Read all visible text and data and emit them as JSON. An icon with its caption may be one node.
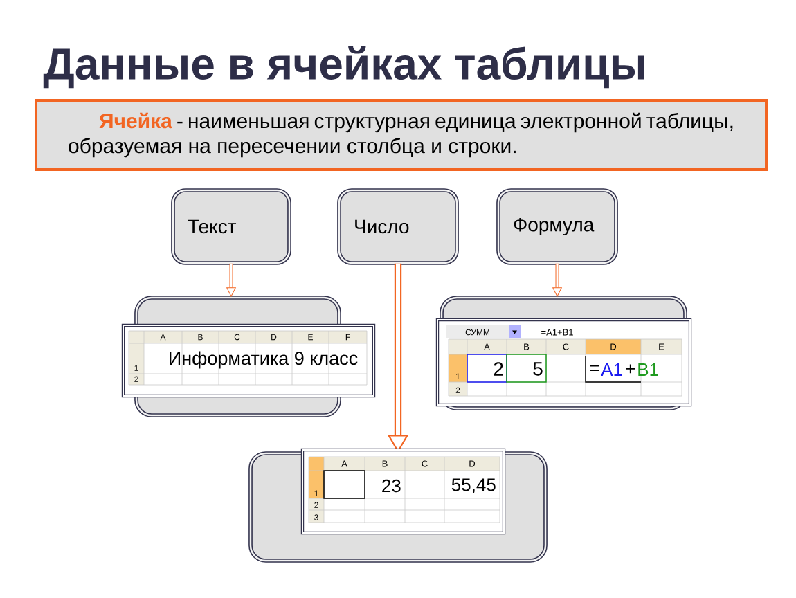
{
  "diagram": {
    "title": "Данные в ячейках таблицы",
    "nodes": [
      {
        "text": [
          "Ячейка",
          "- наименьшая структурная единица электронной таблицы, образуемая на пересечении столбца и строки."
        ]
      },
      {
        "text": [
          "Текст"
        ]
      },
      {
        "text": [
          "Число"
        ]
      },
      {
        "text": [
          "Формула"
        ]
      },
      {
        "text": [],
        "shape": "box"
      },
      {
        "text": [],
        "shape": "box"
      },
      {
        "text": [],
        "shape": "box"
      }
    ],
    "edges": [
      {
        "from": 1,
        "to": 4,
        "arrow": "to"
      },
      {
        "from": 2,
        "to": 6,
        "arrow": "to",
        "style": "thick"
      },
      {
        "from": 3,
        "to": 5,
        "arrow": "to"
      }
    ],
    "labels": [
      "A",
      "B",
      "C",
      "D",
      "E",
      "F",
      "1",
      "2",
      "Информатика 9 класс",
      "СУММ",
      "=A1+B1",
      "A",
      "B",
      "C",
      "D",
      "E",
      "1",
      "2",
      "2",
      "5",
      "=",
      "A1",
      "+",
      "B1",
      "A",
      "B",
      "C",
      "D",
      "1",
      "2",
      "3",
      "23",
      "55,45"
    ]
  }
}
